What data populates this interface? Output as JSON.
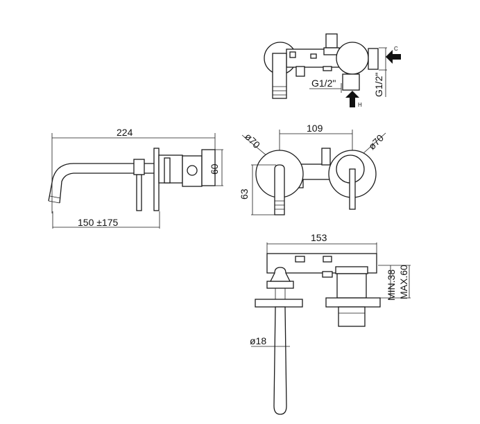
{
  "dimensions": {
    "overall_length": "224",
    "projection_range": "150 ±175",
    "plate_height_side": "60",
    "spacing": "109",
    "plate_diameter_left": "ø70",
    "plate_diameter_right": "ø70",
    "height_63": "63",
    "depth_153": "153",
    "min_depth": "MIN.38",
    "max_depth": "MAX.60",
    "spout_diameter": "ø18",
    "thread_g1": "G1/2\"",
    "thread_g2": "G1/2\""
  },
  "inlets": {
    "cold": "C",
    "hot": "H"
  }
}
